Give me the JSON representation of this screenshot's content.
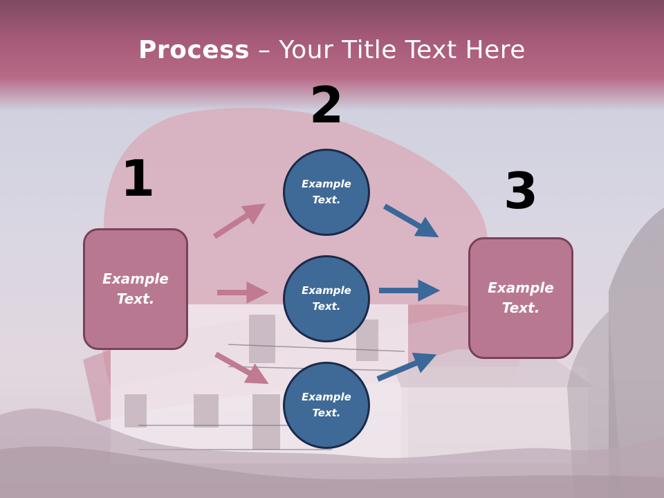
{
  "title": {
    "bold": "Process",
    "rest": " – Your Title Text Here"
  },
  "steps": {
    "one": "1",
    "two": "2",
    "three": "3"
  },
  "boxes": {
    "left": "Example Text.",
    "right": "Example Text."
  },
  "circles": {
    "top": "Example Text.",
    "middle": "Example Text.",
    "bottom": "Example Text."
  },
  "colors": {
    "box_fill": "#b97891",
    "box_border": "#7a4158",
    "circle_fill": "#3f6a97",
    "circle_border": "#1a2a4a",
    "pink_arrow": "#c07a92",
    "blue_arrow": "#3a6898",
    "title_band": "#a55a78"
  }
}
